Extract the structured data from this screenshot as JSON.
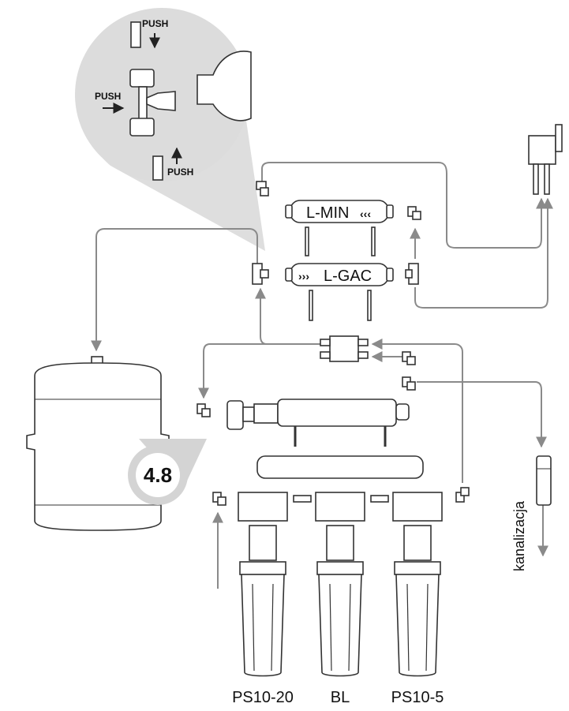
{
  "callout": {
    "push_top": "PUSH",
    "push_left": "PUSH",
    "push_bottom": "PUSH"
  },
  "cartridges": {
    "top": "L-MIN",
    "top_glyph": "‹‹‹",
    "middle": "L-GAC",
    "middle_glyph": "›››"
  },
  "tank": {
    "badge": "4.8"
  },
  "drain": {
    "label": "kanalizacja"
  },
  "housings": [
    {
      "label": "PS10-20"
    },
    {
      "label": "BL"
    },
    {
      "label": "PS10-5"
    }
  ],
  "colors": {
    "pipe": "#8a8a8a",
    "outline": "#333333",
    "callout_bg": "#dcdcdc",
    "badge_bg": "#d4d4d4"
  }
}
